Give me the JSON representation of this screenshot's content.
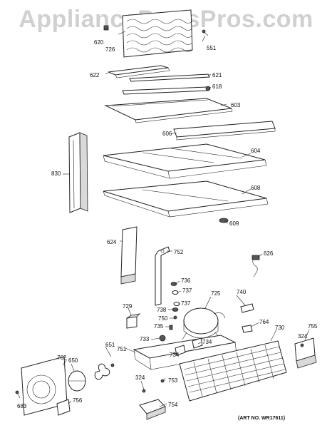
{
  "watermark": "AppliancePartsPros.com",
  "art_number": "(ART NO. WR17611)",
  "part_numbers": {
    "p620": "620",
    "p726": "726",
    "p551": "551",
    "p622": "622",
    "p621": "621",
    "p618": "618",
    "p603": "603",
    "p606": "606",
    "p830": "830",
    "p604": "604",
    "p608": "608",
    "p609": "609",
    "p624": "624",
    "p752": "752",
    "p626": "626",
    "p736": "736",
    "p737a": "737",
    "p725": "725",
    "p740": "740",
    "p729": "729",
    "p738": "738",
    "p737b": "737",
    "p750": "750",
    "p735": "735",
    "p764": "764",
    "p730": "730",
    "p755": "755",
    "p324a": "324",
    "p651": "651",
    "p733": "733",
    "p734a": "734",
    "p734b": "734",
    "p762": "762",
    "p650": "650",
    "p751": "751",
    "p753": "753",
    "p324b": "324",
    "p683": "683",
    "p756": "756",
    "p754": "754"
  }
}
